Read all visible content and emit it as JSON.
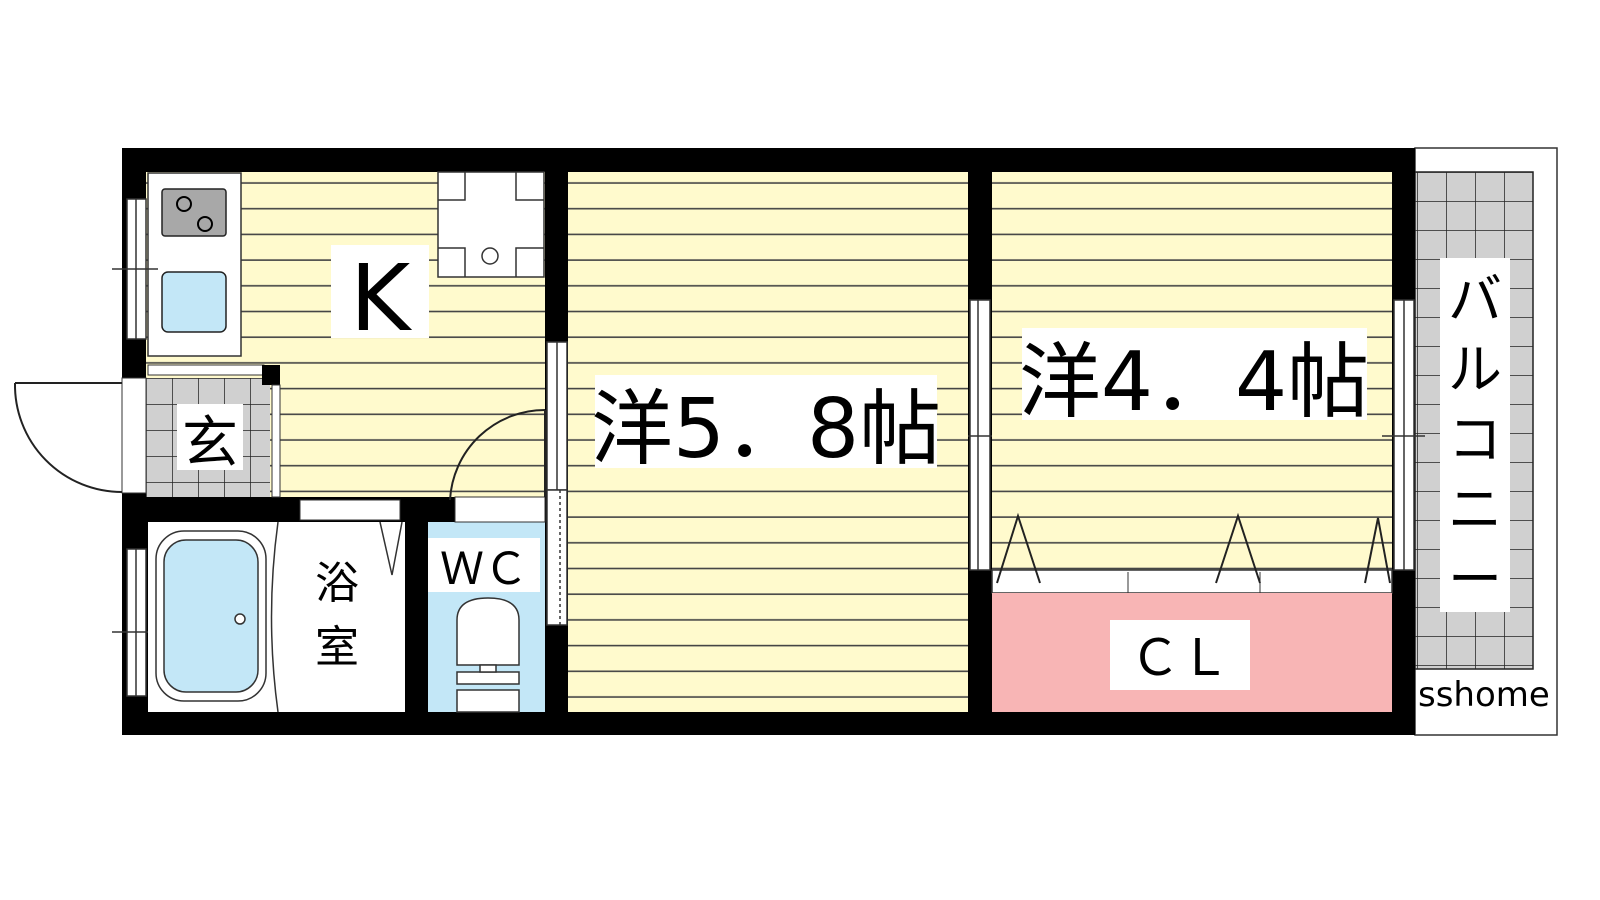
{
  "floorplan": {
    "rooms": {
      "kitchen": "K",
      "entrance": "玄",
      "bath_line1": "浴",
      "bath_line2": "室",
      "wc": "ＷＣ",
      "western_1": "洋5．8帖",
      "western_2": "洋4．4帖",
      "closet": "ＣＬ",
      "balcony": [
        "バ",
        "ル",
        "コ",
        "ニ",
        "ー"
      ]
    },
    "watermark": "sshome"
  },
  "colors": {
    "floor": "#fffacd",
    "floor_line": "#555555",
    "wall": "#000000",
    "water": "#c3e7f7",
    "tile": "#d0d0d0",
    "closet": "#f8b5b5"
  }
}
